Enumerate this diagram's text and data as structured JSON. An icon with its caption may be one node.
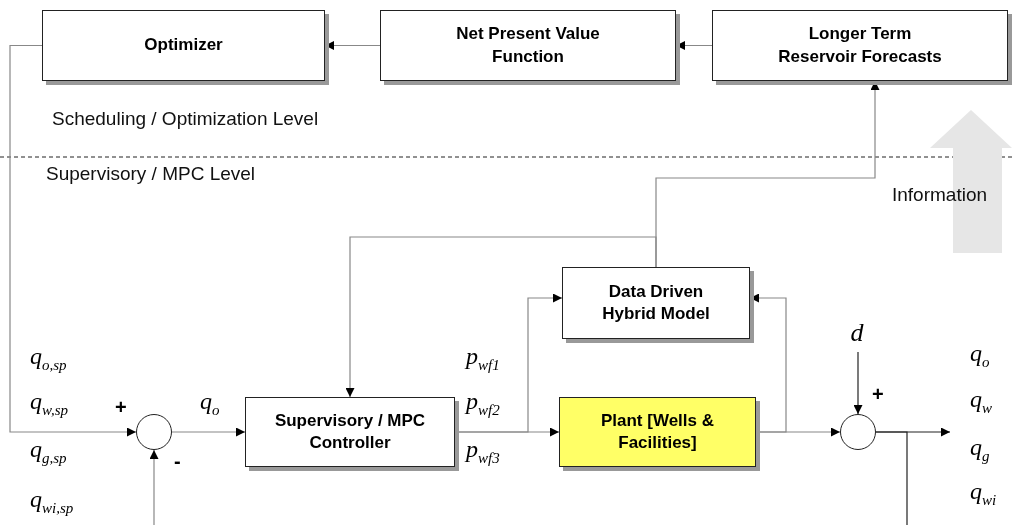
{
  "diagram": {
    "nodes": [
      {
        "text": [
          "Optimizer"
        ]
      },
      {
        "text": [
          "Net Present Value Function"
        ]
      },
      {
        "text": [
          "Longer Term Reservoir Forecasts"
        ]
      },
      {
        "text": [
          "Data Driven Hybrid Model"
        ]
      },
      {
        "text": [
          "Supervisory / MPC Controller"
        ]
      },
      {
        "text": [
          "Plant [Wells & Facilities]"
        ]
      },
      {
        "text": [],
        "shape": "circle"
      },
      {
        "text": [],
        "shape": "circle"
      },
      {
        "text": [
          "d"
        ]
      }
    ],
    "edges": [
      {
        "from": 2,
        "to": 1,
        "arrow": "to"
      },
      {
        "from": 1,
        "to": 0,
        "arrow": "to"
      },
      {
        "from": 0,
        "to": 6,
        "arrow": "to"
      },
      {
        "from": null,
        "to": 6,
        "arrow": "to"
      },
      {
        "from": 6,
        "to": 4,
        "arrow": "to"
      },
      {
        "from": 4,
        "to": 5,
        "arrow": "to"
      },
      {
        "from": 4,
        "to": 3,
        "arrow": "to"
      },
      {
        "from": 5,
        "to": 7,
        "arrow": "to"
      },
      {
        "from": 5,
        "to": 3,
        "arrow": "to"
      },
      {
        "from": 3,
        "to": 4,
        "arrow": "to"
      },
      {
        "from": 3,
        "to": 2,
        "arrow": "to"
      },
      {
        "from": 8,
        "to": 7,
        "arrow": "to",
        "color": "#222222"
      },
      {
        "from": 7,
        "to": null,
        "arrow": "to",
        "color": "#222222"
      },
      {
        "from": 7,
        "to": null,
        "arrow": "none",
        "color": "#222222"
      }
    ],
    "labels": [
      "Scheduling / Optimization Level",
      "Supervisory / MPC Level",
      "Information",
      "q$_{o,sp}$",
      "q$_{w,sp}$",
      "+",
      "q$_{o}$",
      "p$_{wf1}$",
      "p$_{wf2}$",
      "p$_{wf3}$",
      "q$_{g,sp}$",
      "-",
      "q$_{wi,sp}$",
      "+",
      "q$_{o}$",
      "q$_{w}$",
      "q$_{g}$",
      "q$_{wi}$"
    ]
  }
}
